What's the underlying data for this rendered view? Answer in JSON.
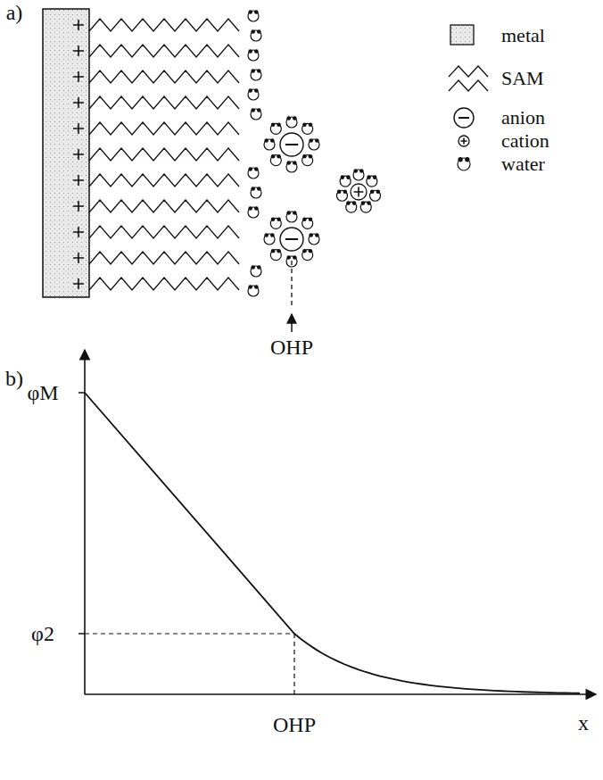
{
  "diagram": {
    "labels": [
      "a)",
      "OHP",
      "b)",
      "φM",
      "φ2",
      "OHP",
      "x"
    ],
    "legend": [
      {
        "text": "metal"
      },
      {
        "text": "SAM"
      },
      {
        "text": "anion"
      },
      {
        "text": "cation"
      },
      {
        "text": "water"
      }
    ]
  }
}
